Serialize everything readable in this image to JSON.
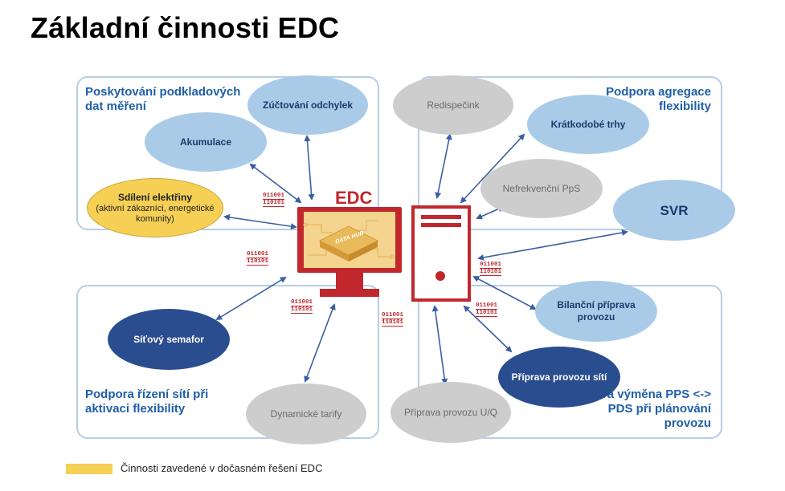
{
  "title": "Základní činnosti EDC",
  "panels": {
    "top_left": "Poskytování podkladových dat měření",
    "top_right": "Podpora agregace flexibility",
    "bottom_left": "Podpora řízení sítí při aktivaci flexibility",
    "bottom_right": "Datová výměna PPS <-> PDS při plánování provozu"
  },
  "nodes": {
    "zuctovani": "Zúčtování odchylek",
    "akumulace": "Akumulace",
    "sdileni_title": "Sdílení elektřiny",
    "sdileni_sub": "(aktivní zákazníci, energetické komunity)",
    "redispecink": "Redispečink",
    "kratkodobe": "Krátkodobé trhy",
    "nefrekvencni": "Nefrekvenční PpS",
    "svr": "SVR",
    "sitovy": "Síťový semafor",
    "dynamicke": "Dynamické tarify",
    "priprava_uq": "Příprava provozu U/Q",
    "bilancni": "Bilanční příprava provozu",
    "priprava_siti": "Příprava provozu sítí"
  },
  "center": {
    "edc_label": "EDC",
    "screen_label": "DATA HUB"
  },
  "binary": {
    "line1": "011001",
    "line2": "110101"
  },
  "legend": {
    "text": "Činnosti zavedené v dočasném řešení EDC",
    "color": "#f6cf55"
  },
  "colors": {
    "panel_border": "#b7cde8",
    "label_blue": "#1f5fa8",
    "edc_red": "#c0282d"
  }
}
